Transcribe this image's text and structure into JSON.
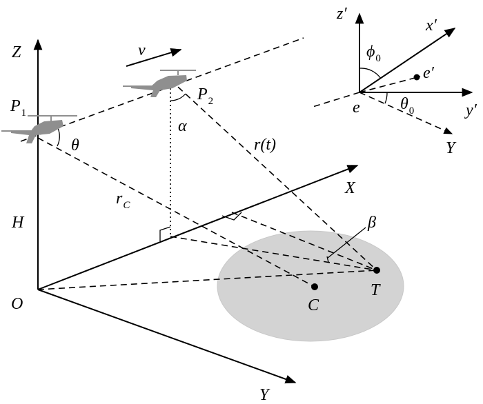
{
  "colors": {
    "ellipse_fill": "#d3d3d3",
    "ellipse_stroke": "#c8c8c8",
    "aircraft": "#8f8f8f",
    "ink": "#000000"
  },
  "icons": [
    "helicopter-icon",
    "velocity-arrow-icon"
  ],
  "main": {
    "axis_Z": "Z",
    "axis_X": "X",
    "axis_Y": "Y",
    "origin": "O",
    "height": "H",
    "velocity": "v",
    "p1": {
      "base": "P",
      "sub": "1"
    },
    "p2": {
      "base": "P",
      "sub": "2"
    },
    "theta": "θ",
    "alpha": "α",
    "beta": "β",
    "rt": "r(t)",
    "rc": {
      "base": "r",
      "sub": "C"
    },
    "target": "T",
    "center": "C"
  },
  "inset": {
    "z_prime": "z′",
    "x_prime": "x′",
    "y_prime": "y′",
    "Y": "Y",
    "e": "e",
    "e_prime": "e′",
    "phi0": {
      "base": "ϕ",
      "sub": "0"
    },
    "theta0": {
      "base": "θ",
      "sub": "0"
    }
  }
}
